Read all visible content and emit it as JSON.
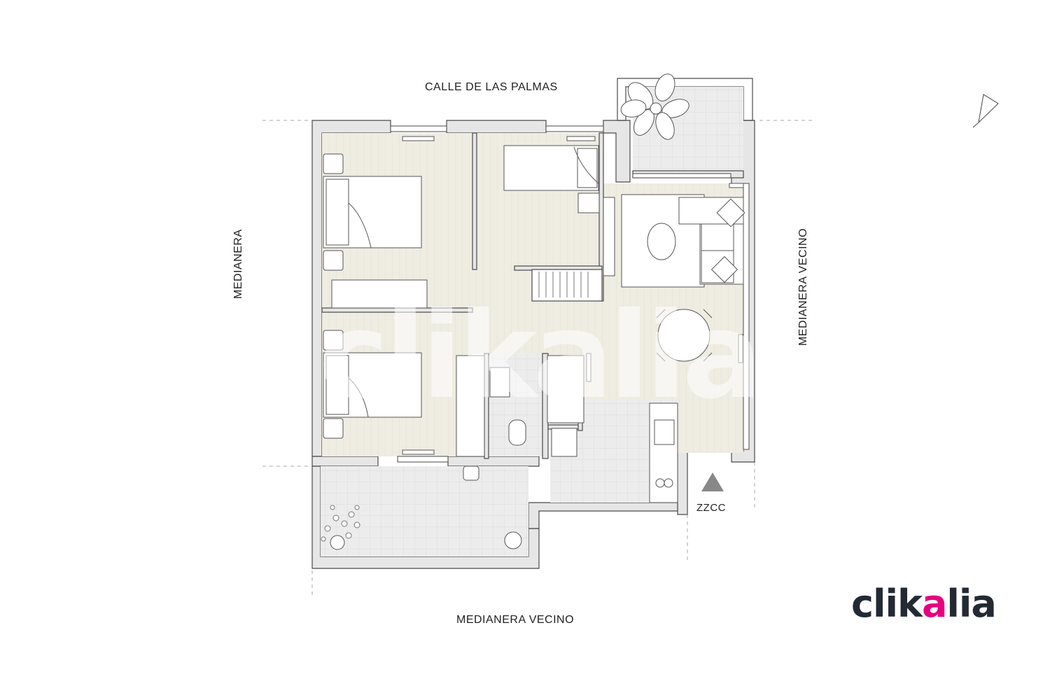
{
  "labels": {
    "top": "CALLE DE LAS PALMAS",
    "bottom": "MEDIANERA VECINO",
    "left": "MEDIANERA",
    "right": "MEDIANERA VECINO",
    "zzcc": "ZZCC"
  },
  "logo": {
    "text_start": "clik",
    "text_accent": "a",
    "text_end": "lia",
    "brand_color": "#e6007e",
    "text_color": "#232a33"
  },
  "watermark": "clikalia",
  "colors": {
    "wall": "#e9e9e9",
    "wall_stroke": "#4a4a4a",
    "floor_wood": "#efece2",
    "floor_tile": "#ececec",
    "furniture": "#ffffff",
    "line": "#555555"
  },
  "icons": [
    "north-arrow-icon",
    "entrance-triangle-icon",
    "plant-icon"
  ]
}
